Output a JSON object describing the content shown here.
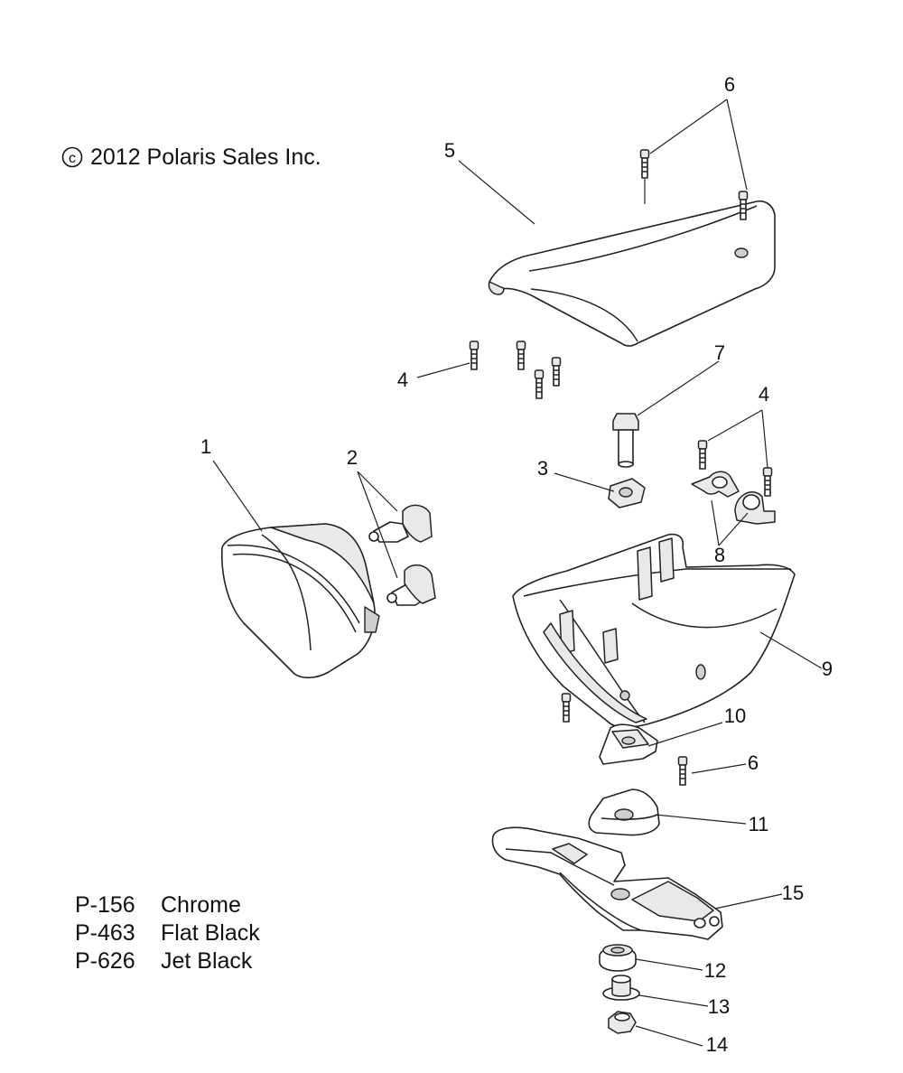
{
  "copyright": {
    "symbol": "c",
    "text": "2012 Polaris Sales Inc."
  },
  "color_codes": [
    {
      "code": "P-156",
      "name": "Chrome"
    },
    {
      "code": "P-463",
      "name": "Flat Black"
    },
    {
      "code": "P-626",
      "name": "Jet Black"
    }
  ],
  "callouts": {
    "c1": "1",
    "c2": "2",
    "c3": "3",
    "c4a": "4",
    "c4b": "4",
    "c5": "5",
    "c6a": "6",
    "c6b": "6",
    "c7": "7",
    "c8": "8",
    "c9": "9",
    "c10": "10",
    "c11": "11",
    "c12": "12",
    "c13": "13",
    "c14": "14",
    "c15": "15"
  }
}
